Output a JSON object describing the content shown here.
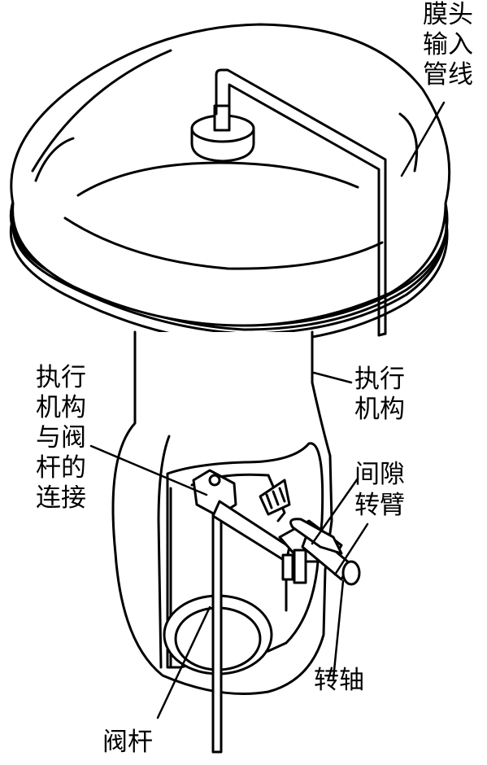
{
  "labels": {
    "diaphragm_input": "膜头\n输入\n管线",
    "actuator": "执行\n机构",
    "actuator_stem_connection": "执行\n机构\n与阀\n杆的\n连接",
    "gap": "间隙",
    "rotating_arm": "转臂",
    "shaft": "转轴",
    "valve_stem": "阀杆"
  },
  "colors": {
    "line": "#000000",
    "fill": "#ffffff"
  }
}
